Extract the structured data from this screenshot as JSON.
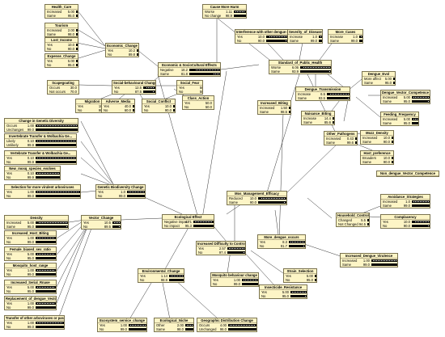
{
  "nodes": [
    {
      "id": "health_care",
      "name": "Health_Care",
      "states": [
        {
          "label": "Increased",
          "value": "5.00"
        },
        {
          "label": "Same",
          "value": "95.0"
        }
      ]
    },
    {
      "id": "tourism",
      "name": "Tourism",
      "states": [
        {
          "label": "Increased",
          "value": "2.00"
        },
        {
          "label": "Same",
          "value": "98.0"
        }
      ]
    },
    {
      "id": "lost_income",
      "name": "Lost_Income",
      "states": [
        {
          "label": "Yes",
          "value": "10.0"
        },
        {
          "label": "No",
          "value": "90.0"
        }
      ]
    },
    {
      "id": "economic_change",
      "name": "Economic_Change",
      "states": [
        {
          "label": "Yes",
          "value": "10.2"
        },
        {
          "label": "No",
          "value": "89.8"
        }
      ]
    },
    {
      "id": "expense_change",
      "name": "Expense_Change",
      "states": [
        {
          "label": "Yes",
          "value": "5.00"
        },
        {
          "label": "No",
          "value": "95.0"
        }
      ]
    },
    {
      "id": "cause_more_harm",
      "name": "Cause More Harm",
      "states": [
        {
          "label": "Worse",
          "value": "1.11"
        },
        {
          "label": "No change",
          "value": "98.9"
        }
      ]
    },
    {
      "id": "interference",
      "name": "Interference with other dengue contro...",
      "states": [
        {
          "label": "Yes",
          "value": "10.0"
        },
        {
          "label": "No",
          "value": "90.0"
        }
      ]
    },
    {
      "id": "severity",
      "name": "Severity_of_Disease",
      "states": [
        {
          "label": "Increase",
          "value": "1.0"
        },
        {
          "label": "Same",
          "value": "99.0"
        }
      ]
    },
    {
      "id": "more_cases",
      "name": "More_Cases",
      "states": [
        {
          "label": "Increase",
          "value": "1.0"
        },
        {
          "label": "Same",
          "value": "99.0"
        }
      ]
    },
    {
      "id": "econ_socio",
      "name": "Economic & SocioCultural Effects",
      "states": [
        {
          "label": "Negative",
          "value": "18.2"
        },
        {
          "label": "Same",
          "value": "81.8"
        }
      ]
    },
    {
      "id": "standard_health",
      "name": "Standard_of_Public_Health",
      "states": [
        {
          "label": "Worse",
          "value": "6.06"
        },
        {
          "label": "Same",
          "value": "93.9"
        }
      ]
    },
    {
      "id": "scapegoating",
      "name": "Scapegoating",
      "states": [
        {
          "label": "Occurs",
          "value": "30.0"
        },
        {
          "label": "Not occurs",
          "value": "70.0"
        }
      ]
    },
    {
      "id": "social_behavioural",
      "name": "Social-behavioural Change",
      "states": [
        {
          "label": "Yes",
          "value": "12.5"
        },
        {
          "label": "No",
          "value": "87.5"
        }
      ]
    },
    {
      "id": "social_fear",
      "name": "Social_Fear",
      "states": [
        {
          "label": "Yes",
          "value": "50.0"
        },
        {
          "label": "No",
          "value": "50.0"
        }
      ]
    },
    {
      "id": "migration",
      "name": "Migration",
      "states": [
        {
          "label": "Yes",
          "value": "10.0"
        },
        {
          "label": "No",
          "value": "90.0"
        }
      ]
    },
    {
      "id": "adverse_media",
      "name": "Adverse_Media",
      "states": [
        {
          "label": "Yes",
          "value": "40.0"
        },
        {
          "label": "No",
          "value": "60.0"
        }
      ]
    },
    {
      "id": "social_conflict",
      "name": "Social_Conflict",
      "states": [
        {
          "label": "Yes",
          "value": "10.0"
        },
        {
          "label": "No",
          "value": "90.0"
        }
      ]
    },
    {
      "id": "class_action",
      "name": "Class_Action",
      "states": [
        {
          "label": "Yes",
          "value": "50.0"
        },
        {
          "label": "No",
          "value": "50.0"
        }
      ]
    },
    {
      "id": "dengue_evol",
      "name": "Dengue_Evol",
      "states": [
        {
          "label": "More affect",
          "value": "5.00"
        },
        {
          "label": "Same",
          "value": "95.0"
        }
      ]
    },
    {
      "id": "increased_biting_top",
      "name": "Increased_Biting",
      "states": [
        {
          "label": "Increased",
          "value": "1.50"
        },
        {
          "label": "Same",
          "value": "98.5"
        }
      ]
    },
    {
      "id": "dengue_transmission",
      "name": "Dengue_Transmission",
      "states": [
        {
          "label": "Increase",
          "value": "6.5"
        },
        {
          "label": "Same",
          "value": "93.5"
        }
      ]
    },
    {
      "id": "dengue_vector_comp",
      "name": "Dengue_Vector_Competence",
      "states": [
        {
          "label": "Increased",
          "value": "5.00"
        },
        {
          "label": "Same",
          "value": "95.0"
        }
      ]
    },
    {
      "id": "feeding_frequency",
      "name": "Feeding_Frequency",
      "states": [
        {
          "label": "Increased",
          "value": "5.00"
        },
        {
          "label": "Same",
          "value": "95.0"
        }
      ]
    },
    {
      "id": "nuisance_biting",
      "name": "Nuisance_Biting",
      "states": [
        {
          "label": "Increase",
          "value": "14.4"
        },
        {
          "label": "Same",
          "value": "85.6"
        }
      ]
    },
    {
      "id": "mozz_density",
      "name": "Mozz_Density",
      "states": [
        {
          "label": "Increased",
          "value": "10.0"
        },
        {
          "label": "Same",
          "value": "90.0"
        }
      ]
    },
    {
      "id": "other_pathogens",
      "name": "Other_Pathogens",
      "states": [
        {
          "label": "Increased",
          "value": "0.43"
        },
        {
          "label": "Same",
          "value": "99.6"
        }
      ]
    },
    {
      "id": "host_preference",
      "name": "Host_preference",
      "states": [
        {
          "label": "Broaders",
          "value": "10.0"
        },
        {
          "label": "Same",
          "value": "90.0"
        }
      ]
    },
    {
      "id": "non_dengue_vc",
      "name": "Non_dengue_Vector_Competence",
      "states": []
    },
    {
      "id": "genetic_diversity",
      "name": "Change in Genetic Diversity",
      "states": [
        {
          "label": "Occurs",
          "value": "1.00"
        },
        {
          "label": "Unchanges",
          "value": "99.0"
        }
      ]
    },
    {
      "id": "invertebrate",
      "name": "Invertebrate Transfer & Wolbachia Ge...",
      "states": [
        {
          "label": "Likely",
          "value": "0.10"
        },
        {
          "label": "Unlikely",
          "value": "99.9"
        }
      ]
    },
    {
      "id": "vertebrate",
      "name": "Vertebrate Transfer & Wolbachia Ge...",
      "states": [
        {
          "label": "Yes",
          "value": "0.10"
        },
        {
          "label": "No",
          "value": "99.9"
        }
      ]
    },
    {
      "id": "new_mosq_species",
      "name": "New_mosq_species_evolves",
      "states": [
        {
          "label": "Yes",
          "value": "0.10"
        },
        {
          "label": "No",
          "value": "99.9"
        }
      ]
    },
    {
      "id": "virulent_arbo",
      "name": "Selection for more virulent arboviruses",
      "states": [
        {
          "label": "Yes",
          "value": "1.00"
        },
        {
          "label": "No",
          "value": "99.0"
        }
      ]
    },
    {
      "id": "genetic_bio_change",
      "name": "Genetic Biodiversity Change",
      "states": [
        {
          "label": "Yes",
          "value": "1.0"
        },
        {
          "label": "No",
          "value": "99.0"
        }
      ]
    },
    {
      "id": "mos_mgmt_eff",
      "name": "Mos_Management_Efficacy",
      "states": [
        {
          "label": "Reduced",
          "value": "10.0"
        },
        {
          "label": "Same",
          "value": "90.0"
        }
      ]
    },
    {
      "id": "avoidance",
      "name": "Avoidance_Strategies",
      "states": [
        {
          "label": "Increased",
          "value": "1.0"
        },
        {
          "label": "Same",
          "value": "99.0"
        }
      ]
    },
    {
      "id": "household_control",
      "name": "Household_Control",
      "states": [
        {
          "label": "Changed",
          "value": "5.5"
        },
        {
          "label": "Not Changed",
          "value": "94.5"
        }
      ]
    },
    {
      "id": "complacency",
      "name": "Complacency",
      "states": [
        {
          "label": "Yes",
          "value": "10.0"
        },
        {
          "label": "No",
          "value": "90.0"
        }
      ]
    },
    {
      "id": "density",
      "name": "Density",
      "states": [
        {
          "label": "Increased",
          "value": "5.00"
        },
        {
          "label": "Same",
          "value": "95.0"
        }
      ]
    },
    {
      "id": "vector_change",
      "name": "Vector_Change",
      "states": [
        {
          "label": "Yes",
          "value": "10.5"
        },
        {
          "label": "No",
          "value": "89.5"
        }
      ]
    },
    {
      "id": "ecological_effect",
      "name": "Ecological Effect",
      "states": [
        {
          "label": "Negative impact",
          "value": "4.71"
        },
        {
          "label": "No impact",
          "value": "95.3"
        }
      ]
    },
    {
      "id": "increased_biting_left",
      "name": "Increased_Host_Biting",
      "states": [
        {
          "label": "Yes",
          "value": "1.00"
        },
        {
          "label": "No",
          "value": "99.0"
        }
      ]
    },
    {
      "id": "female_sex_ratio",
      "name": "Female_biased_sex_ratio",
      "states": [
        {
          "label": "Yes",
          "value": "5.00"
        },
        {
          "label": "No",
          "value": "95.0"
        }
      ]
    },
    {
      "id": "mosq_host_range",
      "name": "Mosquito_host_range",
      "states": [
        {
          "label": "Yes",
          "value": "1.00"
        },
        {
          "label": "No",
          "value": "99.0"
        }
      ]
    },
    {
      "id": "increased_rnase",
      "name": "Increased_Serial_Rnase",
      "states": [
        {
          "label": "Yes",
          "value": "5.00"
        },
        {
          "label": "No",
          "value": "95.0"
        }
      ]
    },
    {
      "id": "replacement_vectors",
      "name": "Replacement_of_dengue_Vectors",
      "states": [
        {
          "label": "Yes",
          "value": "1.00"
        },
        {
          "label": "No",
          "value": "99.0"
        }
      ]
    },
    {
      "id": "transfer_arbo",
      "name": "Transfer of other arboviruses or para...",
      "states": [
        {
          "label": "Yes",
          "value": "1.00"
        },
        {
          "label": "No",
          "value": "99.0"
        }
      ]
    },
    {
      "id": "environmental_change",
      "name": "Environmental_Change",
      "states": [
        {
          "label": "Yes",
          "value": "1.14"
        },
        {
          "label": "No",
          "value": "98.9"
        }
      ]
    },
    {
      "id": "more_dengue_occurs",
      "name": "More_dengue_occurs",
      "states": [
        {
          "label": "Yes",
          "value": "8.3"
        },
        {
          "label": "No",
          "value": "91.7"
        }
      ]
    },
    {
      "id": "increased_difficulty",
      "name": "Increased Difficulty to Control",
      "states": [
        {
          "label": "Yes",
          "value": "2.57"
        },
        {
          "label": "No",
          "value": "97.4"
        }
      ]
    },
    {
      "id": "increased_dengue_virulence",
      "name": "Increased_Dengue_Virulence",
      "states": [
        {
          "label": "Increased",
          "value": "1.00"
        },
        {
          "label": "Same",
          "value": "99.0"
        }
      ]
    },
    {
      "id": "mosquito_behaviour",
      "name": "Mosquito behaviour change",
      "states": [
        {
          "label": "Yes",
          "value": "1.00"
        },
        {
          "label": "No",
          "value": "99.0"
        }
      ]
    },
    {
      "id": "strain_selection",
      "name": "Strain_Selection",
      "states": [
        {
          "label": "Yes",
          "value": "5.00"
        },
        {
          "label": "No",
          "value": "95.0"
        }
      ]
    },
    {
      "id": "insecticide_resistance",
      "name": "Insecticide_Resistance",
      "states": [
        {
          "label": "Yes",
          "value": "5.00"
        },
        {
          "label": "No",
          "value": "95.0"
        }
      ]
    },
    {
      "id": "ecosystem_service",
      "name": "Ecosystem_service_change",
      "states": [
        {
          "label": "Yes",
          "value": "1.00"
        },
        {
          "label": "No",
          "value": "99.0"
        }
      ]
    },
    {
      "id": "ecological_niche",
      "name": "Ecological_Niche",
      "states": [
        {
          "label": "Other",
          "value": "2.00"
        },
        {
          "label": "Same",
          "value": "98.0"
        }
      ]
    },
    {
      "id": "geographic_distribution",
      "name": "Geographic Distribution Change",
      "states": [
        {
          "label": "Occurs",
          "value": "4.00"
        },
        {
          "label": "Unchanged",
          "value": "96.0"
        }
      ]
    }
  ]
}
